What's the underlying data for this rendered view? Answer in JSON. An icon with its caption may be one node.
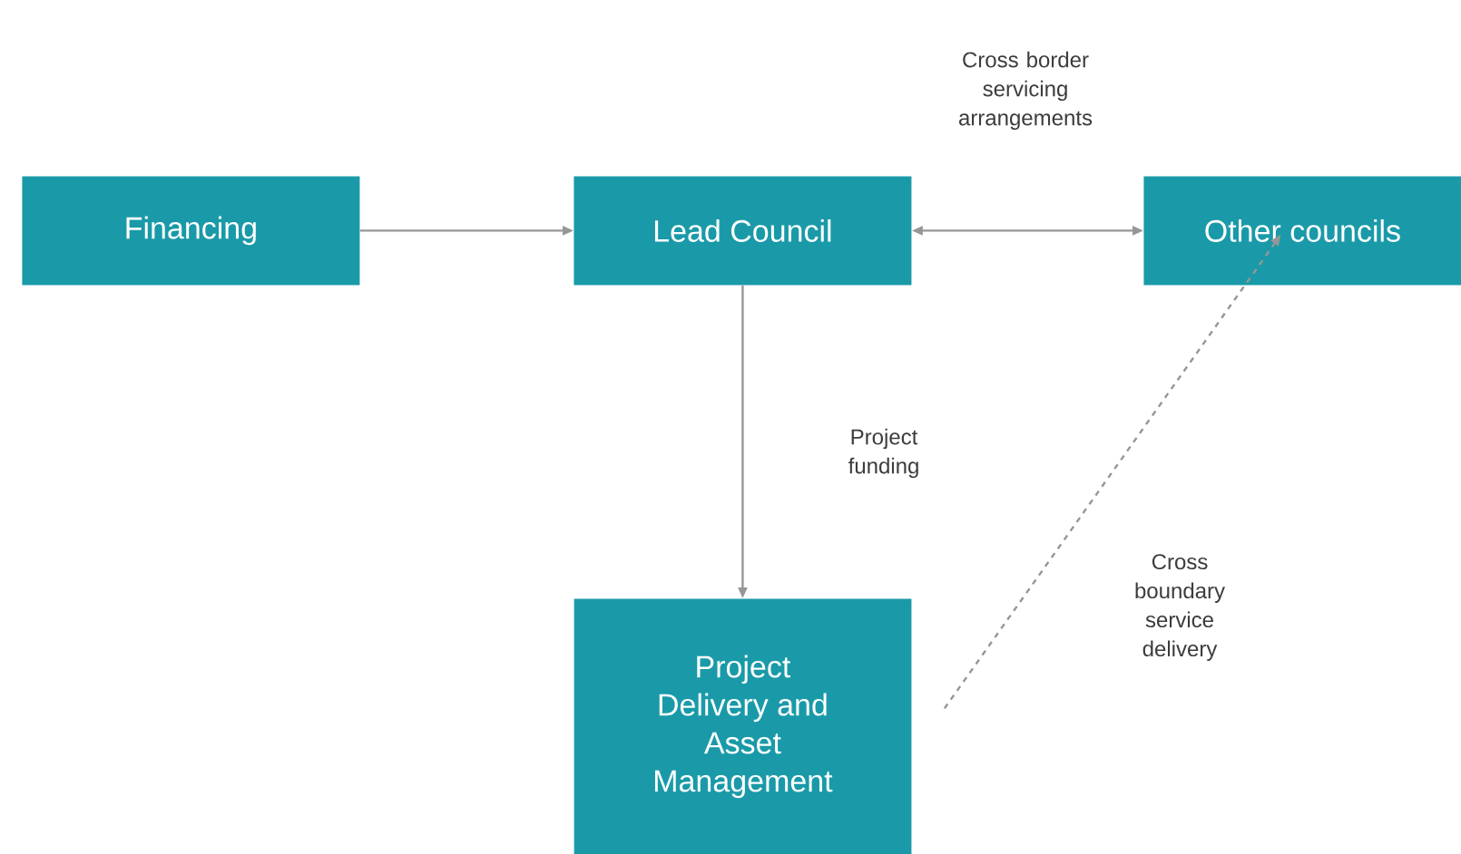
{
  "diagram": {
    "nodes": [
      {
        "text": [
          "Financing"
        ]
      },
      {
        "text": [
          "Lead Council"
        ]
      },
      {
        "text": [
          "Other councils"
        ]
      },
      {
        "text": [
          "Project Delivery and Asset Management"
        ]
      }
    ],
    "edges": [
      {
        "from": 0,
        "to": 1,
        "arrow": "to"
      },
      {
        "from": 1,
        "to": 2,
        "arrow": "both",
        "label": "Cross border servicing arrangements"
      },
      {
        "from": 1,
        "to": 3,
        "arrow": "to",
        "label": "Project funding"
      },
      {
        "from": 3,
        "to": 2,
        "arrow": "to",
        "style": "dashed",
        "label": "Cross boundary service delivery"
      }
    ]
  }
}
